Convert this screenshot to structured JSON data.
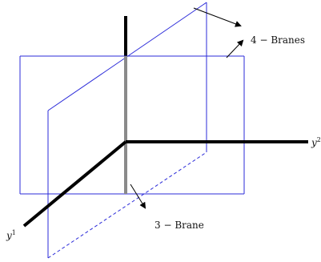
{
  "diagram": {
    "labels": {
      "branes4": "4 − Branes",
      "brane3": "3 − Brane",
      "y_axis_right": "y",
      "y_axis_right_sup": "2",
      "y_axis_left": "y",
      "y_axis_left_sup": "1"
    },
    "colors": {
      "plane": "#2b2bd9",
      "axis": "#000000",
      "brane3_line": "#8a8a8a",
      "arrow": "#000000"
    }
  }
}
